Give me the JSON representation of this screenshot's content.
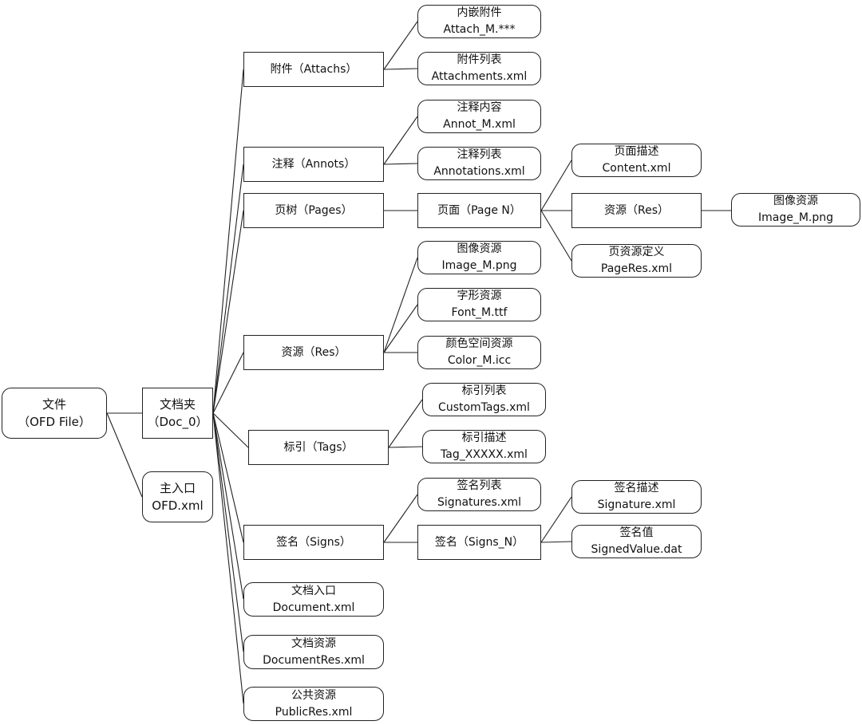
{
  "nodes": {
    "root": {
      "line1": "文件",
      "line2": "（OFD File）"
    },
    "doc": {
      "line1": "文档夹",
      "line2": "（Doc_0）"
    },
    "entry": {
      "line1": "主入口",
      "line2": "OFD.xml"
    },
    "attachs": {
      "line1": "附件（Attachs）"
    },
    "attach_m": {
      "line1": "内嵌附件",
      "line2": "Attach_M.***"
    },
    "attach_list": {
      "line1": "附件列表",
      "line2": "Attachments.xml"
    },
    "annots": {
      "line1": "注释（Annots）"
    },
    "annot_m": {
      "line1": "注释内容",
      "line2": "Annot_M.xml"
    },
    "annot_list": {
      "line1": "注释列表",
      "line2": "Annotations.xml"
    },
    "pages": {
      "line1": "页树（Pages）"
    },
    "page_n": {
      "line1": "页面（Page N）"
    },
    "content": {
      "line1": "页面描述",
      "line2": "Content.xml"
    },
    "page_res": {
      "line1": "资源（Res）"
    },
    "page_image": {
      "line1": "图像资源",
      "line2": "Image_M.png"
    },
    "pageres_def": {
      "line1": "页资源定义",
      "line2": "PageRes.xml"
    },
    "res": {
      "line1": "资源（Res）"
    },
    "res_image": {
      "line1": "图像资源",
      "line2": "Image_M.png"
    },
    "res_font": {
      "line1": "字形资源",
      "line2": "Font_M.ttf"
    },
    "res_color": {
      "line1": "颜色空间资源",
      "line2": "Color_M.icc"
    },
    "tags": {
      "line1": "标引（Tags）"
    },
    "tag_list": {
      "line1": "标引列表",
      "line2": "CustomTags.xml"
    },
    "tag_desc": {
      "line1": "标引描述",
      "line2": "Tag_XXXXX.xml"
    },
    "signs": {
      "line1": "签名（Signs）"
    },
    "sig_list": {
      "line1": "签名列表",
      "line2": "Signatures.xml"
    },
    "signs_n": {
      "line1": "签名（Signs_N）"
    },
    "sig_desc": {
      "line1": "签名描述",
      "line2": "Signature.xml"
    },
    "sig_value": {
      "line1": "签名值",
      "line2": "SignedValue.dat"
    },
    "document": {
      "line1": "文档入口",
      "line2": "Document.xml"
    },
    "docres": {
      "line1": "文档资源",
      "line2": "DocumentRes.xml"
    },
    "publicres": {
      "line1": "公共资源",
      "line2": "PublicRes.xml"
    }
  },
  "colors": {
    "stroke": "#222222",
    "text": "#111111",
    "background": "#ffffff"
  }
}
